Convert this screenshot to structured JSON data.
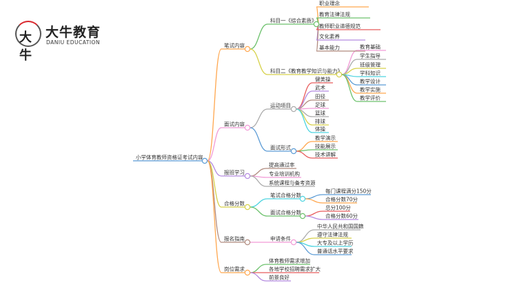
{
  "logo": {
    "badge": "大牛",
    "name": "大牛教育",
    "subtitle": "DANIU EDUCATION"
  },
  "root": {
    "label": "小学体育教师资格证考试内容",
    "color": "#5b9bd5"
  },
  "branches": [
    {
      "label": "笔试内容",
      "color": "#ffa64d",
      "children": [
        {
          "label": "科目一《综合素质》",
          "color": "#6cc16c",
          "children": [
            {
              "label": "职业理念",
              "color": "#ffa64d"
            },
            {
              "label": "教育法律法规",
              "color": "#6cc16c"
            },
            {
              "label": "教师职业道德规范",
              "color": "#e85c5c"
            },
            {
              "label": "文化素养",
              "color": "#b48ae0"
            },
            {
              "label": "基本能力",
              "color": "#b08a7e"
            }
          ]
        },
        {
          "label": "科目二《教育教学知识与能力》",
          "color": "#d6d14a",
          "children": [
            {
              "label": "教育基础",
              "color": "#f29ad6"
            },
            {
              "label": "学生指导",
              "color": "#aaaaaa"
            },
            {
              "label": "班级管理",
              "color": "#d6d14a"
            },
            {
              "label": "学科知识",
              "color": "#4dd4e0"
            },
            {
              "label": "教学设计",
              "color": "#5b9bd5"
            },
            {
              "label": "教学实施",
              "color": "#ffa64d"
            },
            {
              "label": "教学评价",
              "color": "#6cc16c"
            }
          ]
        }
      ]
    },
    {
      "label": "面试内容",
      "color": "#f29ad6",
      "children": [
        {
          "label": "运动项目",
          "color": "#aaaaaa",
          "children": [
            {
              "label": "健美操",
              "color": "#e85c5c"
            },
            {
              "label": "武术",
              "color": "#b48ae0"
            },
            {
              "label": "田径",
              "color": "#b08a7e"
            },
            {
              "label": "足球",
              "color": "#f29ad6"
            },
            {
              "label": "篮球",
              "color": "#aaaaaa"
            },
            {
              "label": "排球",
              "color": "#d6d14a"
            },
            {
              "label": "体操",
              "color": "#4dd4e0"
            }
          ]
        },
        {
          "label": "面试形式",
          "color": "#5b9bd5",
          "children": [
            {
              "label": "教学演示",
              "color": "#ffa64d"
            },
            {
              "label": "技能展示",
              "color": "#6cc16c"
            },
            {
              "label": "技术讲解",
              "color": "#e85c5c"
            }
          ]
        }
      ]
    },
    {
      "label": "报班学习",
      "color": "#b48ae0",
      "children": [
        {
          "label": "提高通过率",
          "color": "#b08a7e"
        },
        {
          "label": "专业培训机构",
          "color": "#f29ad6"
        },
        {
          "label": "系统课程与备考资源",
          "color": "#aaaaaa"
        }
      ]
    },
    {
      "label": "合格分数",
      "color": "#d6d14a",
      "children": [
        {
          "label": "笔试合格分数",
          "color": "#4dd4e0",
          "children": [
            {
              "label": "每门课程满分150分",
              "color": "#5b9bd5"
            },
            {
              "label": "合格分数70分",
              "color": "#ffa64d"
            }
          ]
        },
        {
          "label": "面试合格分数",
          "color": "#6cc16c",
          "children": [
            {
              "label": "总分100分",
              "color": "#e85c5c"
            },
            {
              "label": "合格分数60分",
              "color": "#b48ae0"
            }
          ]
        }
      ]
    },
    {
      "label": "报名指南",
      "color": "#b08a7e",
      "children": [
        {
          "label": "申请条件",
          "color": "#f29ad6",
          "children": [
            {
              "label": "中华人民共和国国籍",
              "color": "#aaaaaa"
            },
            {
              "label": "遵守法律法规",
              "color": "#d6d14a"
            },
            {
              "label": "大专及以上学历",
              "color": "#4dd4e0"
            },
            {
              "label": "普通话水平要求",
              "color": "#5b9bd5"
            }
          ]
        }
      ]
    },
    {
      "label": "岗位需求",
      "color": "#ffa64d",
      "children": [
        {
          "label": "体育教师需求增加",
          "color": "#6cc16c"
        },
        {
          "label": "各地学校招聘需求扩大",
          "color": "#e85c5c"
        },
        {
          "label": "前景良好",
          "color": "#b48ae0"
        }
      ]
    }
  ]
}
